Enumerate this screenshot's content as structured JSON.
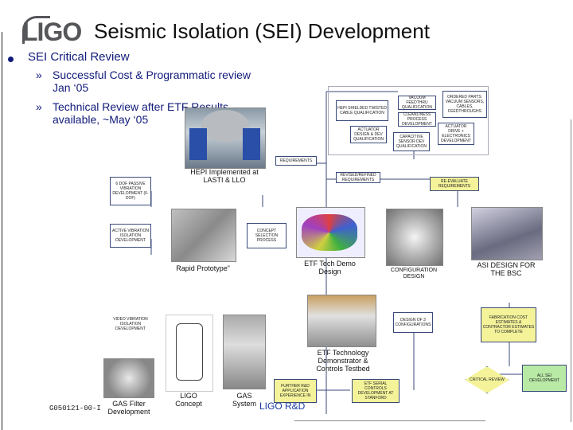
{
  "header": {
    "logo": "LIGO",
    "title": "Seismic Isolation (SEI) Development"
  },
  "bullets": {
    "main": "SEI Critical Review",
    "sub1": "Successful Cost & Programmatic review Jan ‘05",
    "sub2": "Technical Review after ETF Results available, ~May ‘05",
    "marker": "»"
  },
  "diagram": {
    "boxes": {
      "hepi_cable": "HEPI SHIELDED TWISTED CABLE QUALIFICATION",
      "vacuum": "VACUUM FEEDTHRU QUALIFICATION",
      "cleanliness": "CLEANLINESS PROCESS DEVELOPMENT",
      "ordered_parts": "ORDERED PARTS: Vacuum sensors, cables, feedthroughs",
      "actuator_qual": "ACTUATOR DESIGN & DEV QUALIFICATION",
      "capacitive": "CAPACITIVE SENSOR DEV QUALIFICATION",
      "actuator_drive": "ACTUATOR DRIVE + ELECTRONICS DEVELOPMENT",
      "requirements": "REQUIREMENTS",
      "revised_req": "REVISED/REFINED REQUIREMENTS",
      "reevaluate": "RE-EVALUATE REQUIREMENTS",
      "six_dof": "6 DOF PASSIVE VIBRATION DEVELOPMENT (6-DOF)",
      "active_iso": "ACTIVE VIBRATION ISOLATION DEVELOPMENT",
      "concept": "CONCEPT SELECTION PROCESS",
      "design_configs": "DESIGN OF 3 CONFIGURATIONS",
      "fabrication": "FABRICATION COST ESTIMATES & CONTRACTOR ESTIMATES TO COMPLETE",
      "video_iso": "VIDEO VIBRATION ISOLATION DEVELOPMENT",
      "critical_review": "CRITICAL REVIEW",
      "all_sei": "ALL SEI DEVELOPMENT",
      "further_rd": "FURTHER R&D APPLICATION EXPERIENCE IN",
      "etf_serial": "ETF SERIAL CONTROLS DEVELOPMENT AT STANFORD"
    },
    "captions": {
      "hepi": "HEPI Implemented at LASTI & LLO",
      "rapid": "Rapid Prototype”",
      "etf_tech_demo": "ETF Tech Demo Design",
      "configuration": "CONFIGURATION DESIGN",
      "asi_design": "ASI DESIGN FOR THE BSC",
      "etf_testbed": "ETF Technology Demonstrator & Controls Testbed",
      "gas_filter": "GAS Filter Development",
      "ligo_concept": "LIGO Concept",
      "gas_system": "GAS System",
      "ligo_rd": "LIGO R&D"
    }
  },
  "footer": {
    "doc_id": "G050121-00-I"
  },
  "colors": {
    "blue_text": "#111a7a",
    "yellow_box": "#f4f39a",
    "green_box": "#b8eaa6",
    "logo_grey": "#55565a"
  }
}
